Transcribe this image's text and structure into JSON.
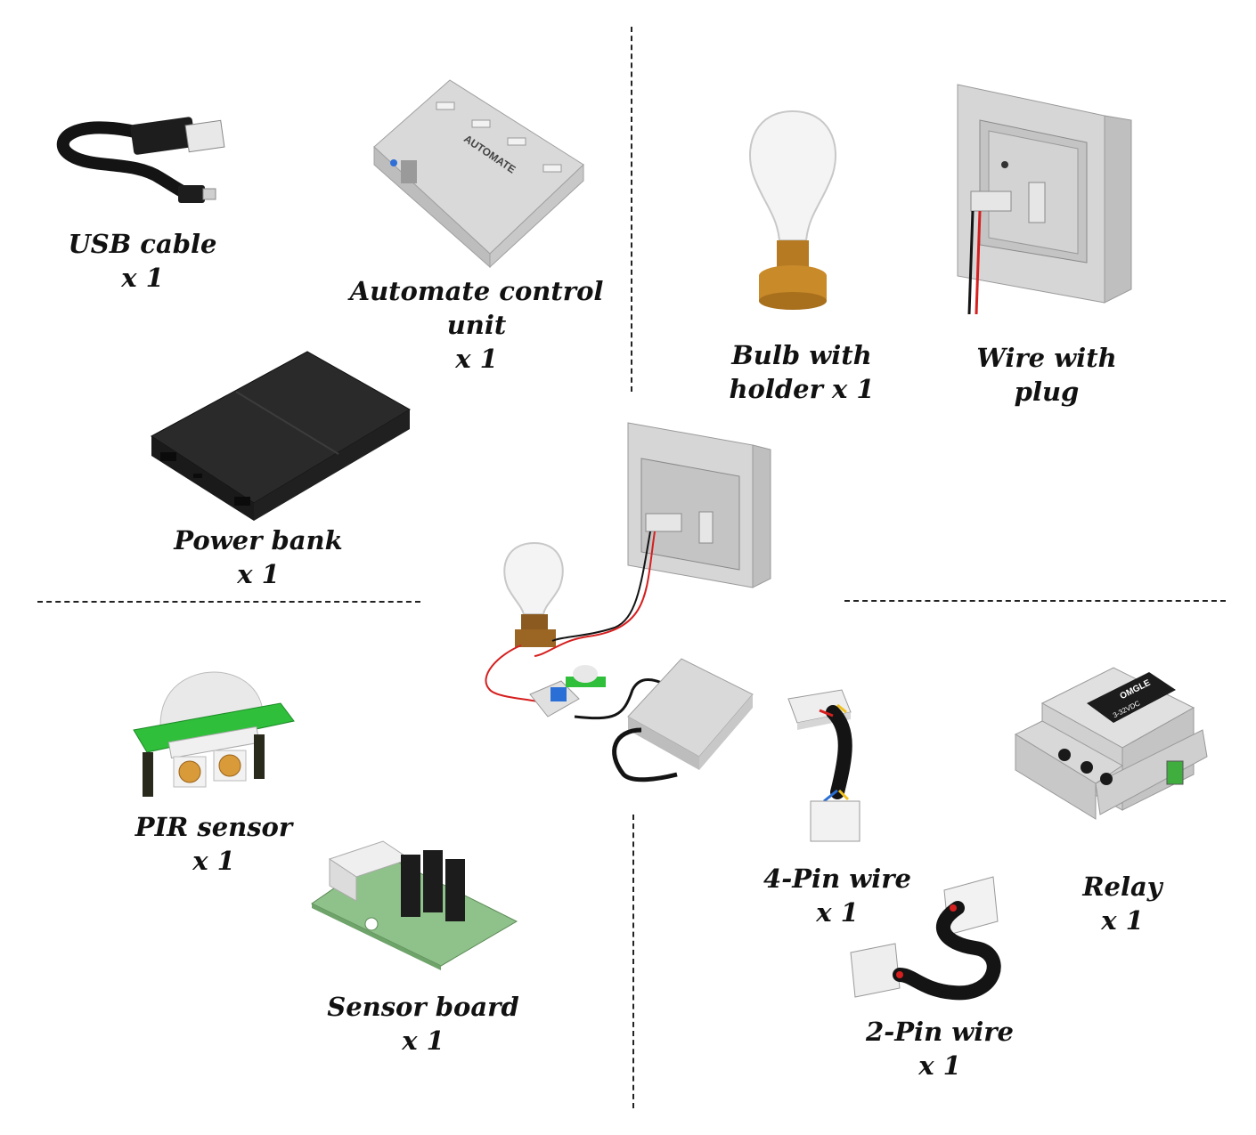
{
  "components": [
    {
      "id": "usb-cable",
      "line1": "USB cable",
      "line2": "x 1"
    },
    {
      "id": "automate-control-unit",
      "line1": "Automate control",
      "line2": "unit",
      "line3": "x 1"
    },
    {
      "id": "bulb-with-holder",
      "line1": "Bulb with",
      "line2": "holder x 1"
    },
    {
      "id": "wire-with-plug",
      "line1": "Wire with",
      "line2": "plug"
    },
    {
      "id": "power-bank",
      "line1": "Power bank",
      "line2": "x 1"
    },
    {
      "id": "pir-sensor",
      "line1": "PIR sensor",
      "line2": "x 1"
    },
    {
      "id": "sensor-board",
      "line1": "Sensor board",
      "line2": "x 1"
    },
    {
      "id": "4-pin-wire",
      "line1": "4-Pin wire",
      "line2": "x 1"
    },
    {
      "id": "relay",
      "line1": "Relay",
      "line2": "x 1"
    },
    {
      "id": "2-pin-wire",
      "line1": "2-Pin wire",
      "line2": "x 1"
    }
  ],
  "device_markings": {
    "control_unit_text": "AUTOMATE",
    "relay_brand": "OMGLE",
    "relay_rating": "3-32VDC"
  },
  "colors": {
    "wire_red": "#d61f1f",
    "wire_black": "#141414",
    "pcb_green": "#2fbf3a",
    "board_green": "#8fc18a",
    "holder_orange": "#c98a2a",
    "light_gray": "#d9d9d9"
  }
}
